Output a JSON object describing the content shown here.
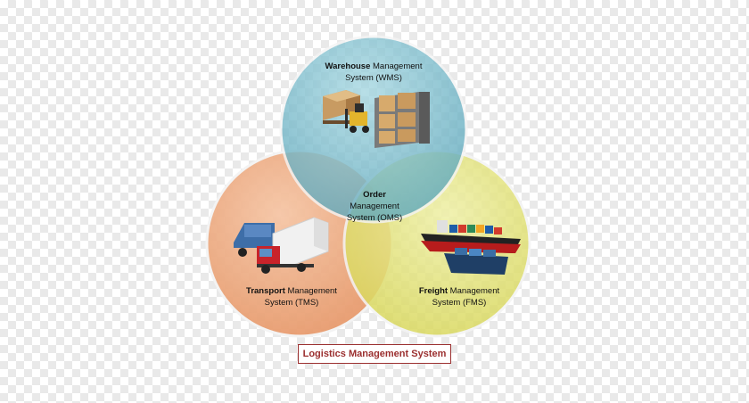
{
  "diagram": {
    "caption": "Logistics Management System",
    "circles": {
      "warehouse": {
        "bold": "Warehouse",
        "rest": " Management",
        "line2": "System (WMS)",
        "color": "#6fb4c6"
      },
      "transport": {
        "bold": "Transport",
        "rest": " Management",
        "line2": "System (TMS)",
        "color": "#e9a47a"
      },
      "freight": {
        "bold": "Freight",
        "rest": " Management",
        "line2": "System (FMS)",
        "color": "#dcdc6a"
      }
    },
    "center": {
      "line1": "Order",
      "line2": "Management",
      "line3": "System (OMS)"
    },
    "icons": [
      "warehouse-pallets-icon",
      "forklift-icon",
      "truck-icon",
      "cargo-ship-icon"
    ]
  }
}
